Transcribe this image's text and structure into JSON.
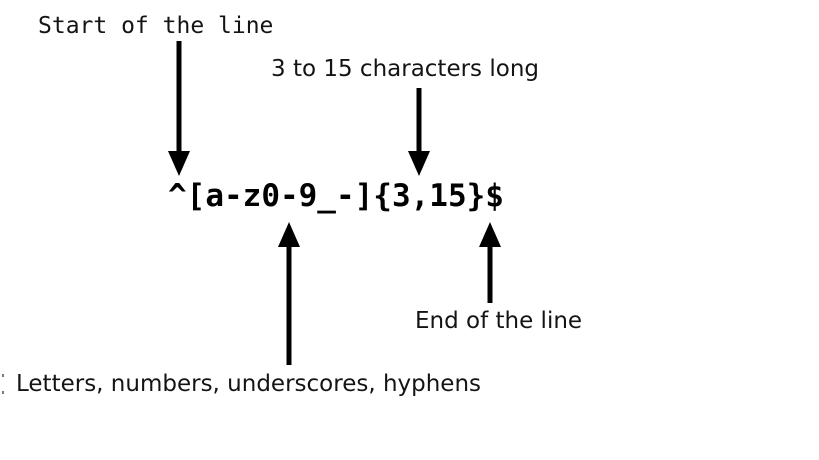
{
  "diagram": {
    "title_text": "^[a-z0-9_-]{3,15}$",
    "background_color": "#ffffff",
    "ink_color": "#000000",
    "annotations": [
      {
        "id": "start-of-line",
        "label": "Start of the line",
        "font": "mono",
        "target": "^",
        "direction": "down"
      },
      {
        "id": "length-range",
        "label": "3 to 15 characters long",
        "font": "sans",
        "target": "{3,15}",
        "direction": "down"
      },
      {
        "id": "allowed-characters",
        "label": "Letters, numbers, underscores, hyphens",
        "font": "sans",
        "target": "[a-z0-9_-]",
        "direction": "up"
      },
      {
        "id": "end-of-line",
        "label": "End of the line",
        "font": "sans",
        "target": "$",
        "direction": "up"
      }
    ]
  }
}
